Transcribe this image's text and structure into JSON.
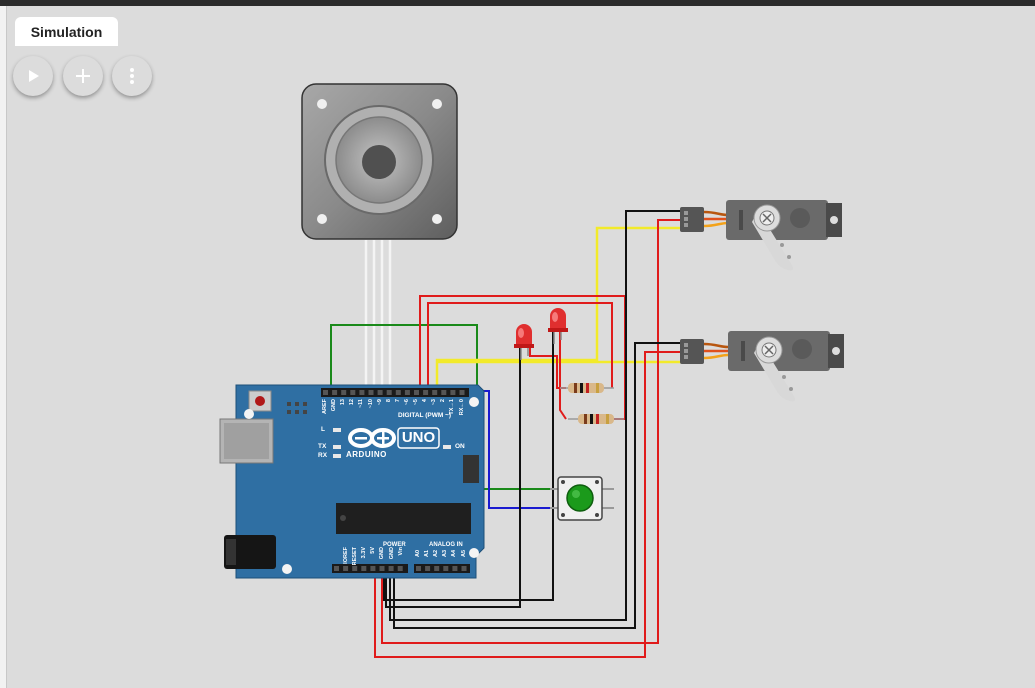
{
  "tabs": [
    {
      "label": "Simulation"
    }
  ],
  "toolbar": {
    "buttons": [
      {
        "name": "start-simulation-button",
        "icon": "play-icon",
        "color": "#4caf50"
      },
      {
        "name": "add-part-button",
        "icon": "plus-icon",
        "color": "#9c27b0"
      },
      {
        "name": "more-options-button",
        "icon": "more-vert-icon",
        "color": "#757575"
      }
    ]
  },
  "board": {
    "logo_text": "UNO",
    "brand": "ARDUINO",
    "digital_label": "DIGITAL (PWM ~)",
    "power_label": "POWER",
    "analog_label": "ANALOG IN",
    "on_label": "ON",
    "l_label": "L",
    "tx_label": "TX",
    "rx_label": "RX",
    "digital_pins": [
      "AREF",
      "GND",
      "13",
      "12",
      "~11",
      "~10",
      "~9",
      "8",
      "7",
      "~6",
      "~5",
      "4",
      "~3",
      "2",
      "TX→1",
      "RX←0"
    ],
    "power_pins": [
      "IOREF",
      "RESET",
      "3.3V",
      "5V",
      "GND",
      "GND",
      "Vin"
    ],
    "analog_pins": [
      "A0",
      "A1",
      "A2",
      "A3",
      "A4",
      "A5"
    ]
  },
  "colors": {
    "wire_red": "#e01b1b",
    "wire_black": "#111111",
    "wire_yellow": "#f2ea2a",
    "wire_green": "#1a8a1a",
    "wire_blue": "#1a1ad0",
    "board_blue": "#2f6fa3",
    "led_red": "#e02020",
    "button_green": "#1b9a1b"
  }
}
